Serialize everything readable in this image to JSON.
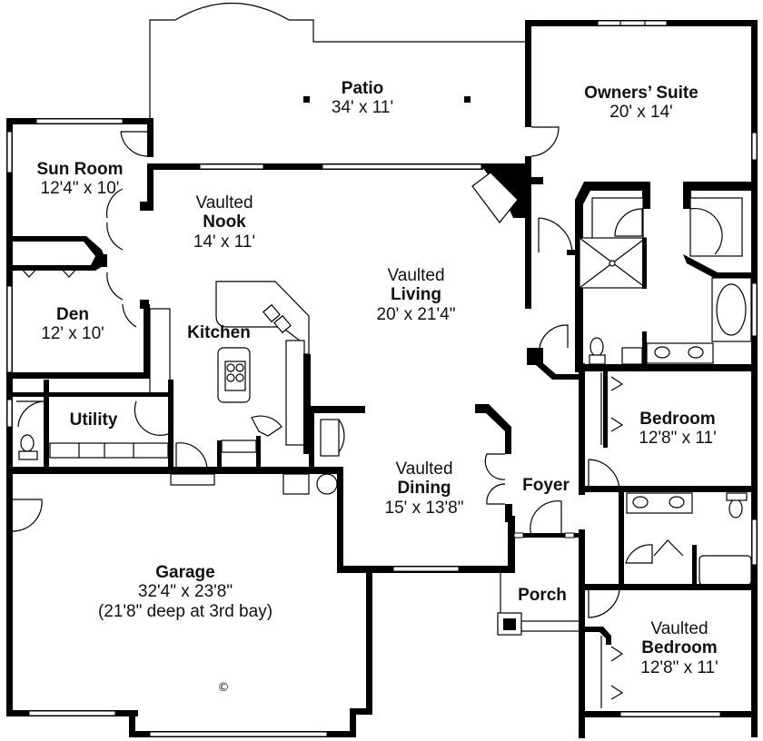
{
  "plan": {
    "type": "house floor plan",
    "rooms": [
      {
        "id": "patio",
        "prefix": "",
        "name": "Patio",
        "dimensions": "34' x 11'"
      },
      {
        "id": "owners-suite",
        "prefix": "",
        "name": "Owners’ Suite",
        "dimensions": "20' x 14'"
      },
      {
        "id": "sun-room",
        "prefix": "",
        "name": "Sun Room",
        "dimensions": "12'4\" x 10'"
      },
      {
        "id": "nook",
        "prefix": "Vaulted",
        "name": "Nook",
        "dimensions": "14' x 11'"
      },
      {
        "id": "living",
        "prefix": "Vaulted",
        "name": "Living",
        "dimensions": "20' x 21'4\""
      },
      {
        "id": "den",
        "prefix": "",
        "name": "Den",
        "dimensions": "12' x 10'"
      },
      {
        "id": "kitchen",
        "prefix": "",
        "name": "Kitchen",
        "dimensions": ""
      },
      {
        "id": "utility",
        "prefix": "",
        "name": "Utility",
        "dimensions": ""
      },
      {
        "id": "bedroom-1",
        "prefix": "",
        "name": "Bedroom",
        "dimensions": "12'8\" x 11'"
      },
      {
        "id": "foyer",
        "prefix": "",
        "name": "Foyer",
        "dimensions": ""
      },
      {
        "id": "dining",
        "prefix": "Vaulted",
        "name": "Dining",
        "dimensions": "15' x 13'8\""
      },
      {
        "id": "garage",
        "prefix": "",
        "name": "Garage",
        "dimensions": "32'4\" x 23'8\"",
        "note": "(21'8\" deep at 3rd bay)"
      },
      {
        "id": "porch",
        "prefix": "",
        "name": "Porch",
        "dimensions": ""
      },
      {
        "id": "bedroom-2",
        "prefix": "Vaulted",
        "name": "Bedroom",
        "dimensions": "12'8\" x 11'"
      }
    ],
    "copyright_symbol": "©",
    "colors": {
      "line": "#000000",
      "background": "#ffffff"
    }
  }
}
